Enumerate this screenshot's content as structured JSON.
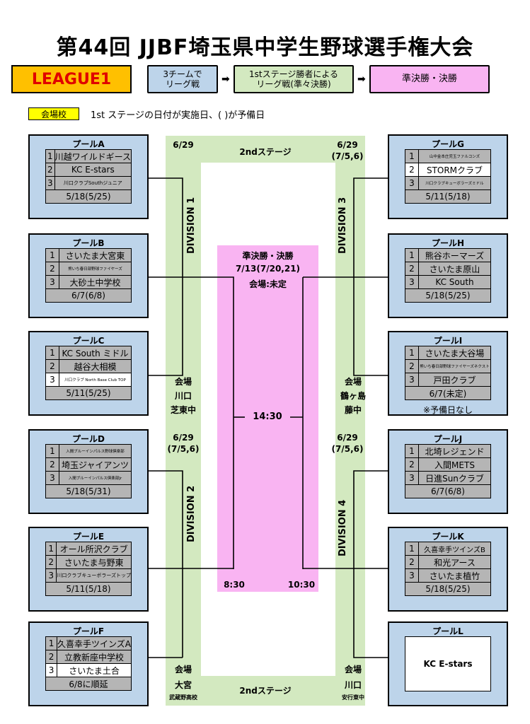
{
  "title": "第44回 JJBF埼玉県中学生野球選手権大会",
  "league": "LEAGUE1",
  "flow": {
    "step1_l1": "3チームで",
    "step1_l2": "リーグ戦",
    "step2_l1": "1stステージ勝者による",
    "step2_l2": "リーグ戦(準々決勝)",
    "step3": "準決勝・決勝",
    "arrow": "➡"
  },
  "venue_key": "会場校",
  "note": "1st ステージの日付が実施日、(    )が予備日",
  "pools": {
    "A": {
      "name": "プールA",
      "teams": [
        "川越ワイルドギース",
        "KC E-stars",
        "川口クラブSouthジュニア"
      ],
      "date": "5/18(5/25)"
    },
    "B": {
      "name": "プールB",
      "teams": [
        "さいたま大宮東",
        "熊いち春日部野球ファイヤーズ",
        "大砂土中学校"
      ],
      "date": "6/7(6/8)"
    },
    "C": {
      "name": "プールC",
      "teams": [
        "KC South ミドル",
        "越谷大相模",
        "川口クラブ North Base Club TOP"
      ],
      "date": "5/11(5/25)"
    },
    "D": {
      "name": "プールD",
      "teams": [
        "入間ブルーインパルス野球倶楽部",
        "埼玉ジャイアンツ",
        "入間ブルーインパルス倶楽部Jr"
      ],
      "date": "5/18(5/31)"
    },
    "E": {
      "name": "プールE",
      "teams": [
        "オール所沢クラブ",
        "さいたま与野東",
        "川口クラブキューボラーズトップ"
      ],
      "date": "5/11(5/18)"
    },
    "F": {
      "name": "プールF",
      "teams": [
        "久喜幸手ツインズA",
        "立教新座中学校",
        "さいたま土合"
      ],
      "date": "6/8に順延"
    },
    "G": {
      "name": "プールG",
      "teams": [
        "山中金本庄児玉ファルコンズ",
        "STORMクラブ",
        "川口クラブキューボラーズミドル"
      ],
      "date": "5/11(5/18)"
    },
    "H": {
      "name": "プールH",
      "teams": [
        "熊谷ホーマーズ",
        "さいたま原山",
        "KC South"
      ],
      "date": "5/18(5/25)"
    },
    "I": {
      "name": "プールI",
      "teams": [
        "さいたま大谷場",
        "熊いち春日部野球ファイヤーズネクスト",
        "戸田クラブ"
      ],
      "date": "6/7(未定)",
      "extra": "※予備日なし"
    },
    "J": {
      "name": "プールJ",
      "teams": [
        "北埼レジェンド",
        "入間METS",
        "日進Sunクラブ"
      ],
      "date": "6/7(6/8)"
    },
    "K": {
      "name": "プールK",
      "teams": [
        "久喜幸手ツインズB",
        "和光アース",
        "さいたま植竹"
      ],
      "date": "5/18(5/25)"
    },
    "L": {
      "name": "プールL",
      "single": "KC E-stars"
    }
  },
  "nums": [
    "1",
    "2",
    "3"
  ],
  "second_stage": "2ndステージ",
  "divisions": {
    "d1": {
      "label": "DIVISION 1",
      "date": "6/29",
      "venue_label": "会場",
      "venue1": "川口",
      "venue2": "芝東中"
    },
    "d2": {
      "label": "DIVISION 2",
      "date": "6/29",
      "date2": "(7/5,6)",
      "venue_label": "会場",
      "venue1": "大宮",
      "venue2": "武蔵野高校"
    },
    "d3": {
      "label": "DIVISION 3",
      "date": "6/29",
      "date2": "(7/5,6)",
      "venue_label": "会場",
      "venue1": "鶴ヶ島",
      "venue2": "藤中"
    },
    "d4": {
      "label": "DIVISION 4",
      "date": "6/29",
      "date2": "(7/5,6)",
      "venue_label": "会場",
      "venue1": "川口",
      "venue2": "安行東中"
    }
  },
  "final": {
    "title": "準決勝・決勝",
    "date": "7/13(7/20,21)",
    "venue": "会場:未定",
    "final_time": "14:30",
    "semi1_time": "8:30",
    "semi2_time": "10:30"
  },
  "colors": {
    "pool_bg": "#bdd4ea",
    "green": "#d3e9c0",
    "pink": "#f9b4f2",
    "league_bg": "#ffc000",
    "league_text": "#e00000",
    "venue_key": "#ffff00"
  }
}
